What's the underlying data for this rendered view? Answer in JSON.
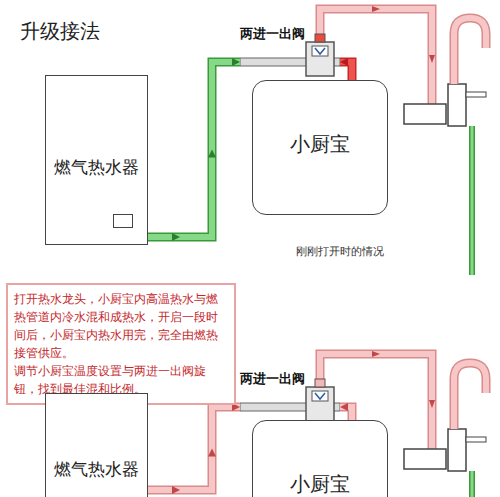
{
  "diagram": {
    "title": "升级接法",
    "nodes": [
      {
        "text": [
          "燃气热水器"
        ]
      },
      {
        "text": [
          "两进一出阀"
        ]
      },
      {
        "text": [
          "小厨宝"
        ]
      },
      {
        "text": [
          "打开热水龙头，小厨宝内高温热水与燃热管道内冷水混和成热水，开启一段时间后，小厨宝内热水用完，完全由燃热接管供应。",
          "调节小厨宝温度设置与两进一出阀旋钮，找到最佳混和比例。"
        ]
      },
      {
        "text": [
          "燃气热水器"
        ]
      },
      {
        "text": [
          "两进一出阀"
        ]
      },
      {
        "text": [
          "小厨宝"
        ]
      }
    ],
    "edges": [
      {
        "from": 0,
        "to": 1,
        "arrow": "to"
      },
      {
        "from": 2,
        "to": 1,
        "arrow": "to"
      },
      {
        "from": 4,
        "to": 5,
        "arrow": "to"
      },
      {
        "from": 6,
        "to": 5,
        "arrow": "to"
      }
    ],
    "labels": [
      "刚刚打开时的情况"
    ]
  }
}
